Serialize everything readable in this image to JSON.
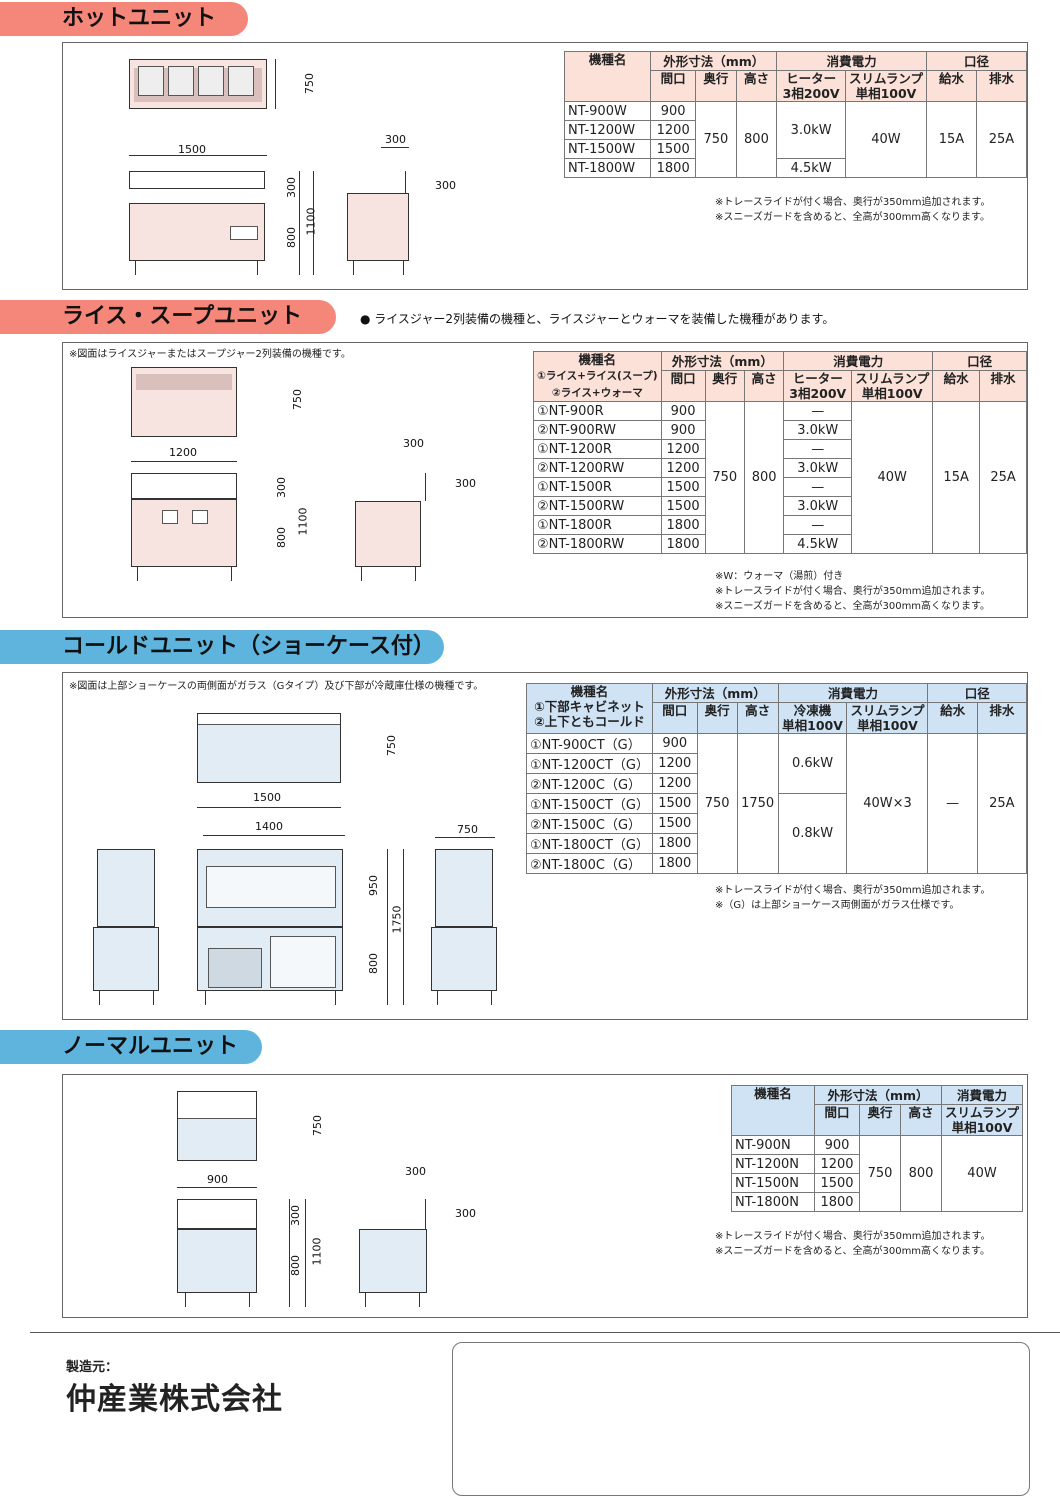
{
  "hot": {
    "title": "ホットユニット",
    "dims": {
      "h750": "750",
      "w1500": "1500",
      "d300a": "300",
      "d300b": "300",
      "h300": "300",
      "h800": "800",
      "h1100": "1100"
    },
    "header": {
      "model": "機種名",
      "outer": "外形寸法（mm）",
      "power": "消費電力",
      "bore": "口径",
      "width": "間口",
      "depth": "奥行",
      "height": "高さ",
      "heater": "ヒーター",
      "heater2": "3相200V",
      "lamp": "スリムランプ",
      "lamp2": "単相100V",
      "supply": "給水",
      "drain": "排水"
    },
    "rows": [
      {
        "model": "NT-900W",
        "width": "900"
      },
      {
        "model": "NT-1200W",
        "width": "1200"
      },
      {
        "model": "NT-1500W",
        "width": "1500"
      },
      {
        "model": "NT-1800W",
        "width": "1800"
      }
    ],
    "shared": {
      "depth": "750",
      "height": "800",
      "heater_a": "3.0kW",
      "heater_b": "4.5kW",
      "lamp": "40W",
      "supply": "15A",
      "drain": "25A"
    },
    "notes": [
      "※トレースライドが付く場合、奥行が350mm追加されます。",
      "※スニーズガードを含めると、全高が300mm高くなります。"
    ]
  },
  "rice": {
    "title": "ライス・スープユニット",
    "bullet": "● ライスジャー2列装備の機種と、ライスジャーとウォーマを装備した機種があります。",
    "drawing_note": "※図面はライスジャーまたはスープジャー2列装備の機種です。",
    "dims": {
      "h750": "750",
      "w1200": "1200",
      "d300a": "300",
      "d300b": "300",
      "h300": "300",
      "h800": "800",
      "h1100": "1100"
    },
    "header": {
      "model": "機種名",
      "model2": "①ライス+ライス(スープ)",
      "model3": "②ライス+ウォーマ",
      "outer": "外形寸法（mm）",
      "power": "消費電力",
      "bore": "口径",
      "width": "間口",
      "depth": "奥行",
      "height": "高さ",
      "heater": "ヒーター",
      "heater2": "3相200V",
      "lamp": "スリムランプ",
      "lamp2": "単相100V",
      "supply": "給水",
      "drain": "排水"
    },
    "rows": [
      {
        "model": "①NT-900R",
        "width": "900",
        "heater": "—"
      },
      {
        "model": "②NT-900RW",
        "width": "900",
        "heater": "3.0kW"
      },
      {
        "model": "①NT-1200R",
        "width": "1200",
        "heater": "—"
      },
      {
        "model": "②NT-1200RW",
        "width": "1200",
        "heater": "3.0kW"
      },
      {
        "model": "①NT-1500R",
        "width": "1500",
        "heater": "—"
      },
      {
        "model": "②NT-1500RW",
        "width": "1500",
        "heater": "3.0kW"
      },
      {
        "model": "①NT-1800R",
        "width": "1800",
        "heater": "—"
      },
      {
        "model": "②NT-1800RW",
        "width": "1800",
        "heater": "4.5kW"
      }
    ],
    "shared": {
      "depth": "750",
      "height": "800",
      "lamp": "40W",
      "supply": "15A",
      "drain": "25A"
    },
    "notes": [
      "※W：ウォーマ（湯煎）付き",
      "※トレースライドが付く場合、奥行が350mm追加されます。",
      "※スニーズガードを含めると、全高が300mm高くなります。"
    ]
  },
  "cold": {
    "title": "コールドユニット（ショーケース付）",
    "drawing_note": "※図面は上部ショーケースの両側面がガラス（Gタイプ）及び下部が冷蔵庫仕様の機種です。",
    "dims": {
      "h750": "750",
      "w1500": "1500",
      "w1400": "1400",
      "d750": "750",
      "h950": "950",
      "h800": "800",
      "h1750": "1750"
    },
    "header": {
      "model": "機種名",
      "model2": "①下部キャビネット",
      "model3": "②上下ともコールド",
      "outer": "外形寸法（mm）",
      "power": "消費電力",
      "bore": "口径",
      "width": "間口",
      "depth": "奥行",
      "height": "高さ",
      "fridge": "冷凍機",
      "fridge2": "単相100V",
      "lamp": "スリムランプ",
      "lamp2": "単相100V",
      "supply": "給水",
      "drain": "排水"
    },
    "rows": [
      {
        "model": "①NT-900CT（G）",
        "width": "900"
      },
      {
        "model": "①NT-1200CT（G）",
        "width": "1200"
      },
      {
        "model": "②NT-1200C（G）",
        "width": "1200"
      },
      {
        "model": "①NT-1500CT（G）",
        "width": "1500"
      },
      {
        "model": "②NT-1500C（G）",
        "width": "1500"
      },
      {
        "model": "①NT-1800CT（G）",
        "width": "1800"
      },
      {
        "model": "②NT-1800C（G）",
        "width": "1800"
      }
    ],
    "shared": {
      "depth": "750",
      "height": "1750",
      "fridge_a": "0.6kW",
      "fridge_b": "0.8kW",
      "lamp": "40W×3",
      "supply": "—",
      "drain": "25A"
    },
    "notes": [
      "※トレースライドが付く場合、奥行が350mm追加されます。",
      "※（G）は上部ショーケース両側面がガラス仕様です。"
    ]
  },
  "normal": {
    "title": "ノーマルユニット",
    "dims": {
      "h750": "750",
      "w900": "900",
      "d300a": "300",
      "d300b": "300",
      "h300": "300",
      "h800": "800",
      "h1100": "1100"
    },
    "header": {
      "model": "機種名",
      "outer": "外形寸法（mm）",
      "power": "消費電力",
      "width": "間口",
      "depth": "奥行",
      "height": "高さ",
      "lamp": "スリムランプ",
      "lamp2": "単相100V"
    },
    "rows": [
      {
        "model": "NT-900N",
        "width": "900"
      },
      {
        "model": "NT-1200N",
        "width": "1200"
      },
      {
        "model": "NT-1500N",
        "width": "1500"
      },
      {
        "model": "NT-1800N",
        "width": "1800"
      }
    ],
    "shared": {
      "depth": "750",
      "height": "800",
      "lamp": "40W"
    },
    "notes": [
      "※トレースライドが付く場合、奥行が350mm追加されます。",
      "※スニーズガードを含めると、全高が300mm高くなります。"
    ]
  },
  "maker": {
    "label": "製造元：",
    "name": "仲産業株式会社"
  }
}
